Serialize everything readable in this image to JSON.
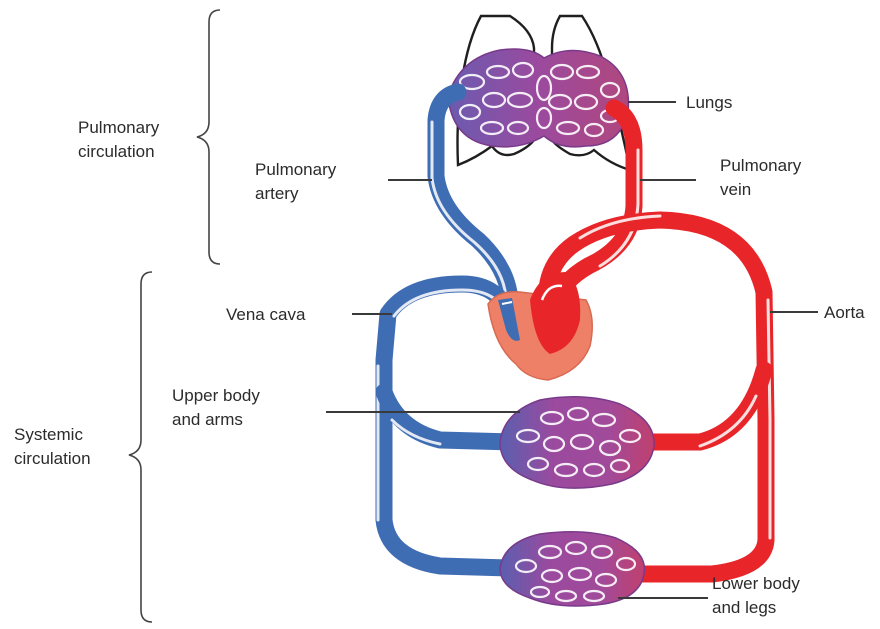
{
  "labels": {
    "pulmonary_circulation": [
      "Pulmonary",
      "circulation"
    ],
    "systemic_circulation": [
      "Systemic",
      "circulation"
    ],
    "lungs": [
      "Lungs"
    ],
    "pulmonary_artery": [
      "Pulmonary",
      "artery"
    ],
    "pulmonary_vein": [
      "Pulmonary",
      "vein"
    ],
    "vena_cava": [
      "Vena cava"
    ],
    "aorta": [
      "Aorta"
    ],
    "upper_body": [
      "Upper body",
      "and arms"
    ],
    "lower_body": [
      "Lower body",
      "and legs"
    ]
  },
  "colors": {
    "oxygenated": "#e8262a",
    "deoxygenated": "#3f6db3",
    "capillary": "#9b4a9e",
    "heart": "#ef8068",
    "outline": "#1f1f1f"
  }
}
